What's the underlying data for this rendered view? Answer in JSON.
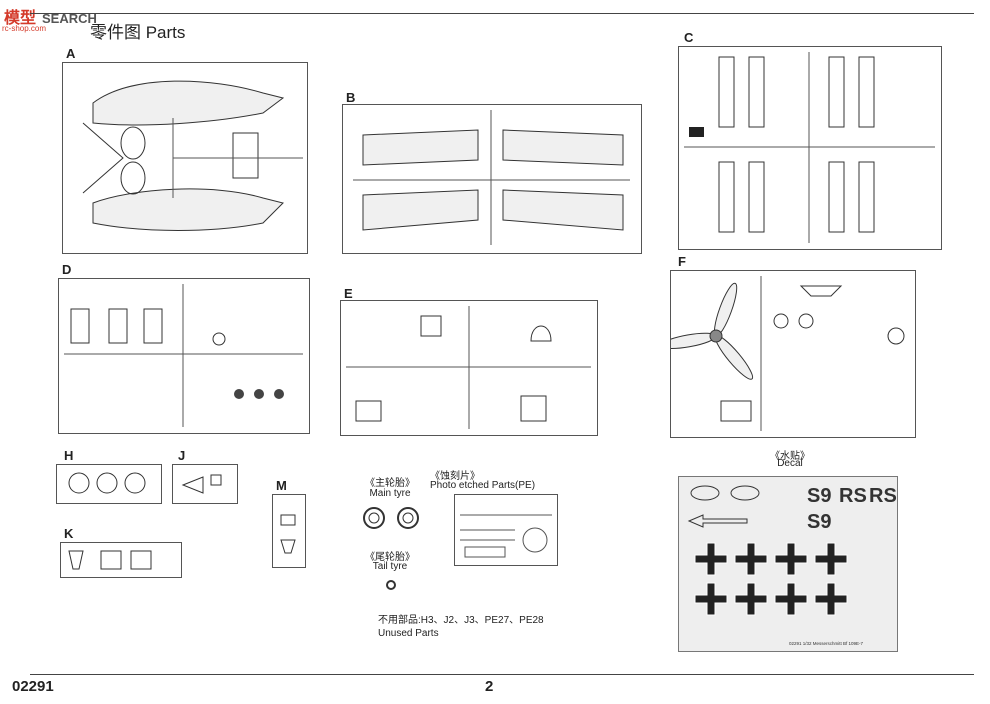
{
  "watermark": {
    "brand": "模型",
    "search": "SEARCH",
    "url": "rc-shop.com"
  },
  "header": {
    "title": "零件图 Parts"
  },
  "sprues": [
    {
      "letter": "A"
    },
    {
      "letter": "B"
    },
    {
      "letter": "C"
    },
    {
      "letter": "D"
    },
    {
      "letter": "E"
    },
    {
      "letter": "F"
    },
    {
      "letter": "H"
    },
    {
      "letter": "J"
    },
    {
      "letter": "K"
    },
    {
      "letter": "M"
    }
  ],
  "captions": {
    "decal_cn": "《水贴》",
    "decal_en": "Decal",
    "main_tyre_cn": "《主轮胎》",
    "main_tyre_en": "Main tyre",
    "tail_tyre_cn": "《尾轮胎》",
    "tail_tyre_en": "Tail tyre",
    "pe_cn": "《蚀刻片》",
    "pe_en": "Photo etched Parts(PE)",
    "unused_cn": "不用部品:H3、J2、J3、PE27、PE28",
    "unused_en": "Unused Parts"
  },
  "decal_sheet": {
    "codes": [
      "S9",
      "RS",
      "RS",
      "S9"
    ],
    "footer": "02291 1/32 Messerschmitt Bf 109E-7"
  },
  "footer": {
    "code": "02291",
    "page": "2"
  },
  "colors": {
    "line": "#444444",
    "watermark": "#d43a2a"
  }
}
